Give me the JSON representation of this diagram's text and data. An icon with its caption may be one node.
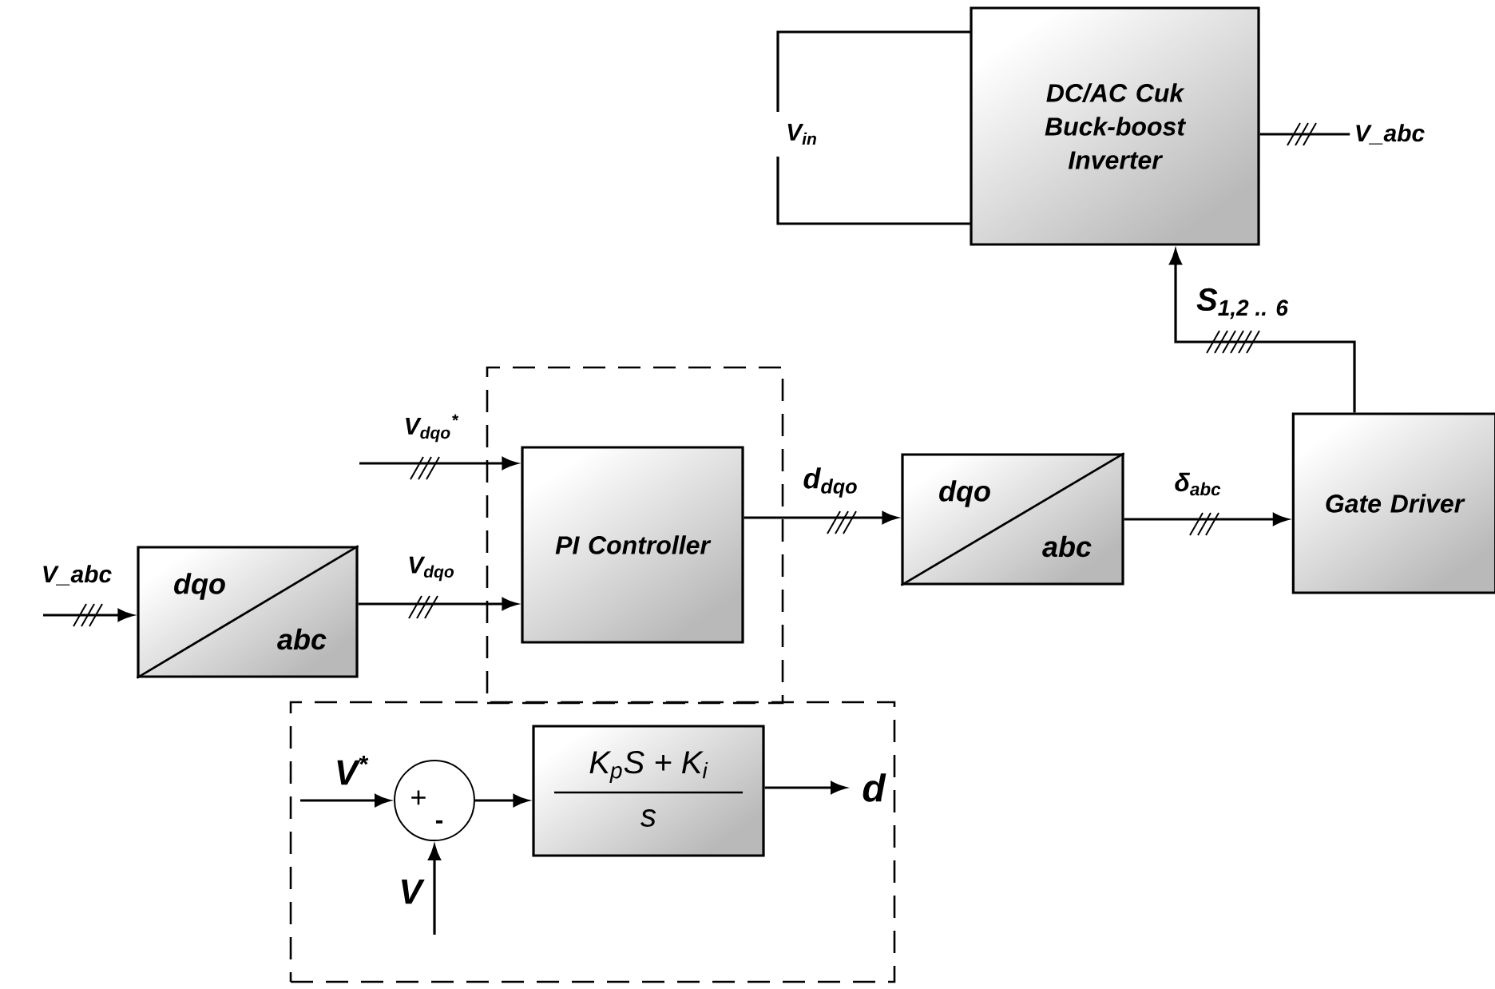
{
  "diagram": {
    "nodes": [
      {
        "text": [
          "DC/AC Cuk Buck-boost Inverter"
        ]
      },
      {
        "text": [
          "V_abc"
        ]
      },
      {
        "text": [],
        "shape": "box"
      },
      {
        "text": [
          "PI Controller"
        ],
        "in": 2
      },
      {
        "text": [
          "dqo",
          "abc"
        ]
      },
      {
        "text": [
          "dqo",
          "abc"
        ]
      },
      {
        "text": [
          "Gate Driver"
        ]
      },
      {
        "text": [],
        "shape": "box"
      },
      {
        "text": [
          "+",
          "-"
        ],
        "in": 7
      },
      {
        "text": [
          "K$_{p}$S + K$_{i}$",
          "s"
        ],
        "in": 7
      }
    ],
    "edges": [
      {
        "from": 0,
        "to": 1,
        "arrow": "none"
      },
      {
        "from": 6,
        "to": 0,
        "arrow": "to",
        "label": "S$_{1,2 .. 6}$"
      },
      {
        "from": null,
        "to": 4,
        "arrow": "to",
        "label": "V_abc"
      },
      {
        "from": null,
        "to": 3,
        "arrow": "to",
        "label": "V$_{dqo}$$^{*}$"
      },
      {
        "from": 4,
        "to": 3,
        "arrow": "to",
        "label": "V$_{dqo}$"
      },
      {
        "from": 3,
        "to": 5,
        "arrow": "to",
        "label": "d$_{dqo}$"
      },
      {
        "from": 5,
        "to": 6,
        "arrow": "to",
        "label": "δ$_{abc}$"
      },
      {
        "from": null,
        "to": 8,
        "arrow": "to",
        "label": "V$^{*}$"
      },
      {
        "from": null,
        "to": 8,
        "arrow": "to",
        "label": "V"
      },
      {
        "from": 8,
        "to": 9,
        "arrow": "to"
      },
      {
        "from": 9,
        "to": null,
        "arrow": "to",
        "label": "d"
      }
    ],
    "labels": [
      "V$_{in}$"
    ]
  }
}
